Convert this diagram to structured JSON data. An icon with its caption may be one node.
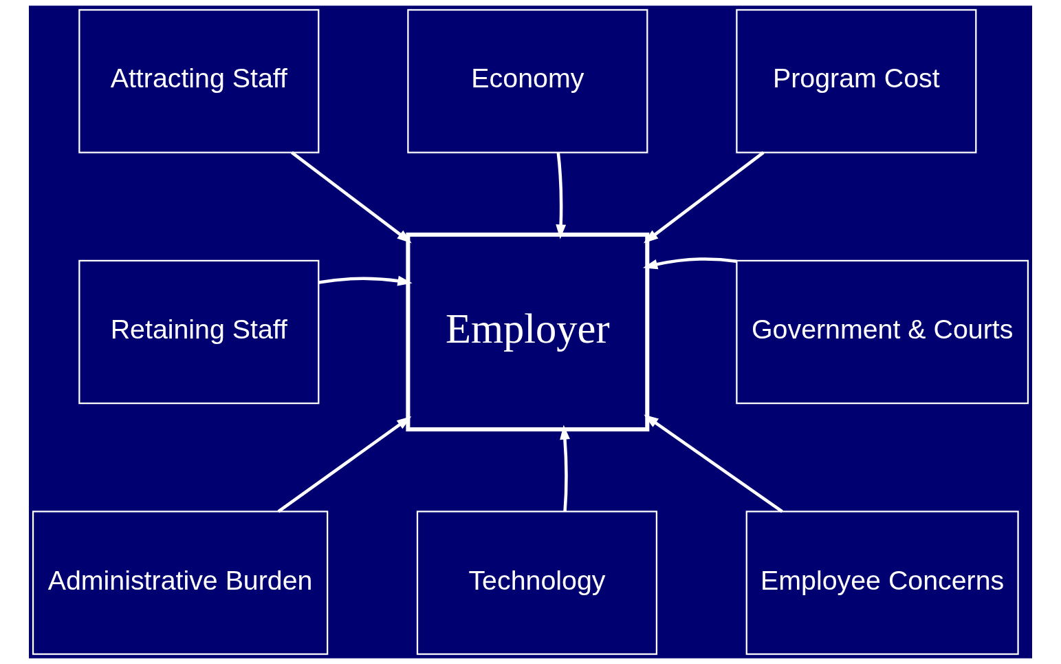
{
  "diagram": {
    "nodes": [
      {
        "text": [
          "Attracting Staff"
        ]
      },
      {
        "text": [
          "Economy"
        ]
      },
      {
        "text": [
          "Program Cost"
        ]
      },
      {
        "text": [
          "Retaining Staff"
        ]
      },
      {
        "text": [
          "Employer"
        ]
      },
      {
        "text": [
          "Government & Courts"
        ]
      },
      {
        "text": [
          "Administrative Burden"
        ]
      },
      {
        "text": [
          "Technology"
        ]
      },
      {
        "text": [
          "Employee Concerns"
        ]
      }
    ],
    "edges": [
      {
        "from": 0,
        "to": 4,
        "arrow": "to"
      },
      {
        "from": 1,
        "to": 4,
        "arrow": "to"
      },
      {
        "from": 2,
        "to": 4,
        "arrow": "to"
      },
      {
        "from": 3,
        "to": 4,
        "arrow": "to"
      },
      {
        "from": 5,
        "to": 4,
        "arrow": "to"
      },
      {
        "from": 6,
        "to": 4,
        "arrow": "to"
      },
      {
        "from": 7,
        "to": 4,
        "arrow": "to"
      },
      {
        "from": 8,
        "to": 4,
        "arrow": "to"
      }
    ]
  }
}
